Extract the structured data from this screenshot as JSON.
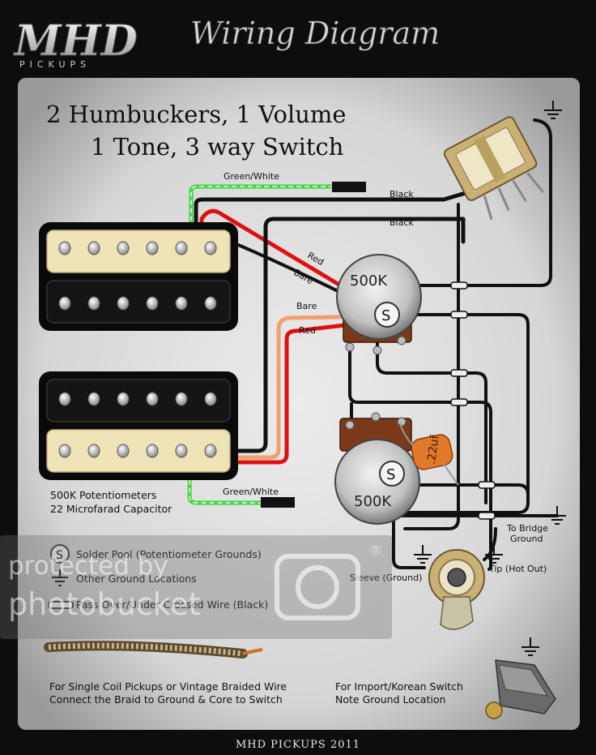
{
  "header": {
    "brand": "MHD",
    "brand_sub": "PICKUPS",
    "title": "Wiring Diagram"
  },
  "subtitle": {
    "line1": "2 Humbuckers, 1 Volume",
    "line2": "1 Tone, 3 way Switch"
  },
  "wire_labels": {
    "green_white_top": "Green/White",
    "black_1": "Black",
    "black_2": "Black",
    "red_1": "Red",
    "bare_1": "Bare",
    "bare_2": "Bare",
    "red_2": "Red",
    "green_white_bottom": "Green/White"
  },
  "pots": {
    "volume": "500K",
    "tone": "500K",
    "capacitor": ".22uf",
    "solder_symbol": "S"
  },
  "notes": {
    "pot_spec": "500K Potentiometers",
    "cap_spec": "22 Microfarad Capacitor",
    "bridge_ground_1": "To Bridge",
    "bridge_ground_2": "Ground",
    "sleeve": "Sleeve (Ground)",
    "tip": "Tip (Hot Out)"
  },
  "legend": {
    "solder_pool": "Solder Pool (Potentiometer Grounds)",
    "other_ground": "Other Ground Locations",
    "pass_over": "Pass Over/Under Crossed Wire (Black)"
  },
  "watermark": {
    "line1": "protected by",
    "line2": "photobucket",
    "reg": "®"
  },
  "braid_note": {
    "line1": "For Single Coil Pickups or Vintage Braided Wire",
    "line2": "Connect the Braid to Ground & Core to Switch"
  },
  "switch_note": {
    "line1": "For Import/Korean Switch",
    "line2": "Note Ground Location"
  },
  "footer": "MHD PICKUPS 2011",
  "colors": {
    "panel": "#dcdcdc",
    "frame": "#0d0d0d",
    "wire_black": "#111111",
    "wire_red": "#e01010",
    "wire_green": "#3fd43f",
    "wire_bare": "#f0a070",
    "cream": "#efe3b8",
    "cap_orange": "#e07a2a"
  }
}
